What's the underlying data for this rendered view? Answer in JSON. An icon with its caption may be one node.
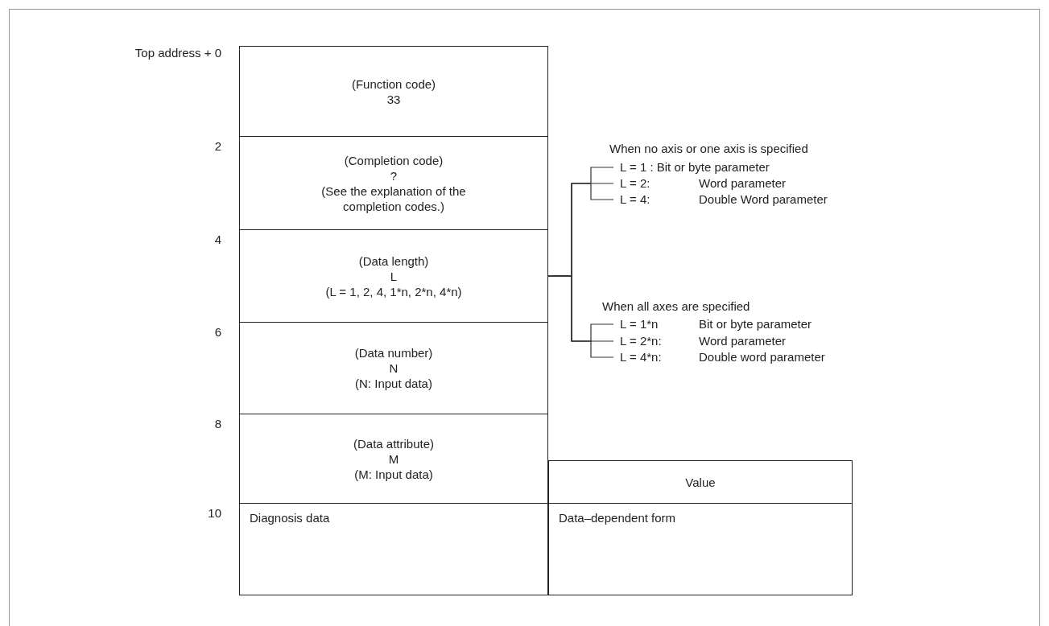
{
  "diagram": {
    "nodes": [
      {
        "text": [
          "(Function code)",
          "33"
        ]
      },
      {
        "text": [
          "(Completion code)",
          "?",
          "(See the explanation of the completion codes.)"
        ]
      },
      {
        "text": [
          "(Data length)",
          "L",
          "(L = 1, 2, 4, 1*n, 2*n, 4*n)"
        ]
      },
      {
        "text": [
          "(Data number)",
          "N",
          "(N: Input data)"
        ]
      },
      {
        "text": [
          "(Data attribute)",
          "M",
          "(M: Input data)"
        ]
      },
      {
        "text": [
          "Diagnosis data"
        ]
      },
      {
        "text": [
          "Value"
        ]
      },
      {
        "text": [
          "Data–dependent form"
        ]
      },
      {
        "text": [
          "L = 1 : Bit or byte parameter"
        ]
      },
      {
        "text": [
          "L = 2:",
          "Word parameter"
        ]
      },
      {
        "text": [
          "L = 4:",
          "Double Word parameter"
        ]
      },
      {
        "text": [
          "L = 1*n",
          "Bit or byte parameter"
        ]
      },
      {
        "text": [
          "L = 2*n:",
          "Word parameter"
        ]
      },
      {
        "text": [
          "L = 4*n:",
          "Double word parameter"
        ]
      }
    ],
    "edges": [
      {
        "from": 2,
        "to": 8,
        "arrow": "none"
      },
      {
        "from": 2,
        "to": 9,
        "arrow": "none"
      },
      {
        "from": 2,
        "to": 10,
        "arrow": "none"
      },
      {
        "from": 2,
        "to": 11,
        "arrow": "none"
      },
      {
        "from": 2,
        "to": 12,
        "arrow": "none"
      },
      {
        "from": 2,
        "to": 13,
        "arrow": "none"
      }
    ],
    "labels": [
      "Top address + 0",
      "2",
      "4",
      "6",
      "8",
      "10",
      "When no axis or one axis is specified",
      "When all axes are specified"
    ]
  }
}
